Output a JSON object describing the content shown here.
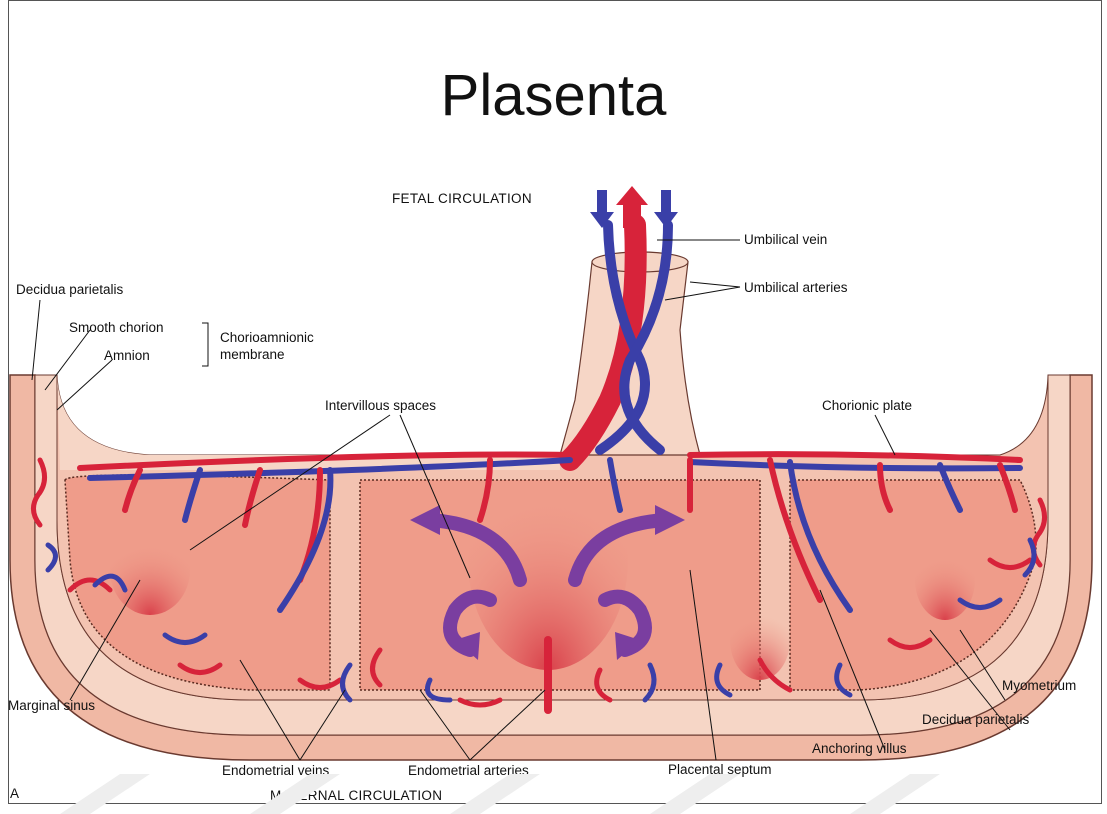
{
  "title": "Plasenta",
  "labels": {
    "fetal_circulation": "FETAL CIRCULATION",
    "umbilical_vein": "Umbilical vein",
    "umbilical_arteries": "Umbilical arteries",
    "decidua_parietalis_top": "Decidua parietalis",
    "smooth_chorion": "Smooth chorion",
    "amnion": "Amnion",
    "chorioamnionic_1": "Chorioamnionic",
    "chorioamnionic_2": "membrane",
    "intervillous_spaces": "Intervillous spaces",
    "chorionic_plate": "Chorionic plate",
    "marginal_sinus": "Marginal sinus",
    "myometrium": "Myometrium",
    "decidua_parietalis_bottom": "Decidua parietalis",
    "anchoring_villus": "Anchoring villus",
    "placental_septum": "Placental septum",
    "endometrial_arteries": "Endometrial arteries",
    "endometrial_veins": "Endometrial veins",
    "maternal_circulation": "MATERNAL CIRCULATION",
    "panel_letter": "A"
  },
  "colors": {
    "artery_red": "#d7233a",
    "vein_blue": "#3a3fa8",
    "tissue_light": "#f6d6c6",
    "tissue_mid": "#f0b8a4",
    "villus_space": "#ef9c8a",
    "arrow_purple": "#7a3ea0"
  }
}
